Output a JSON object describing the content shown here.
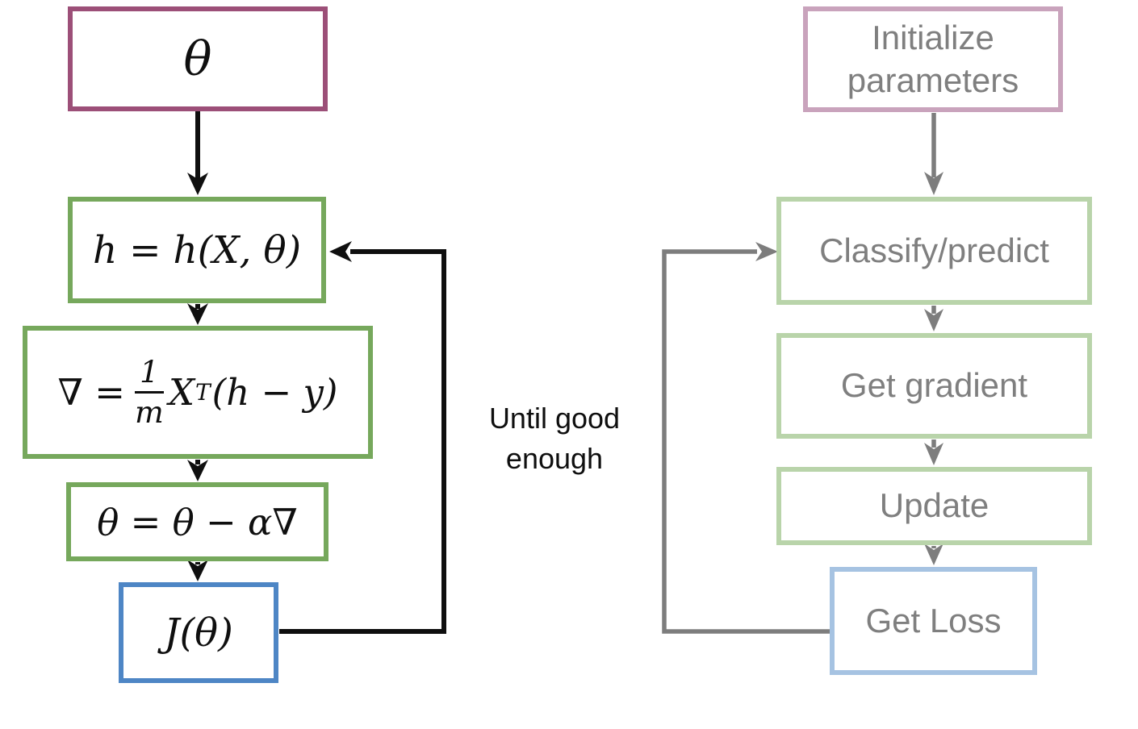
{
  "diagram": {
    "left_flow": {
      "init_equation": "θ",
      "hypothesis_equation": "h = h(X, θ)",
      "gradient_equation": {
        "lhs": "∇ =",
        "numerator": "1",
        "denominator": "m",
        "base": "X",
        "exponent": "T",
        "rhs": "(h − y)"
      },
      "update_equation": "θ = θ − α∇",
      "loss_equation": "J(θ)",
      "loop_label": "Until good enough"
    },
    "right_flow": {
      "boxes": [
        {
          "label": "Initialize parameters"
        },
        {
          "label": "Classify/predict"
        },
        {
          "label": "Get gradient"
        },
        {
          "label": "Update"
        },
        {
          "label": "Get Loss"
        }
      ]
    },
    "colors": {
      "left_init_border": "#9c4f78",
      "left_step_border": "#76a85c",
      "left_loss_border": "#4e86c5",
      "left_arrow": "#0f0f0f",
      "left_text": "#0f0f0f",
      "right_init_border": "#c9a3bc",
      "right_step_border": "#b9d4aa",
      "right_loss_border": "#a6c3e2",
      "right_arrow": "#7d7d7d",
      "right_text": "#7f7f7f"
    }
  }
}
